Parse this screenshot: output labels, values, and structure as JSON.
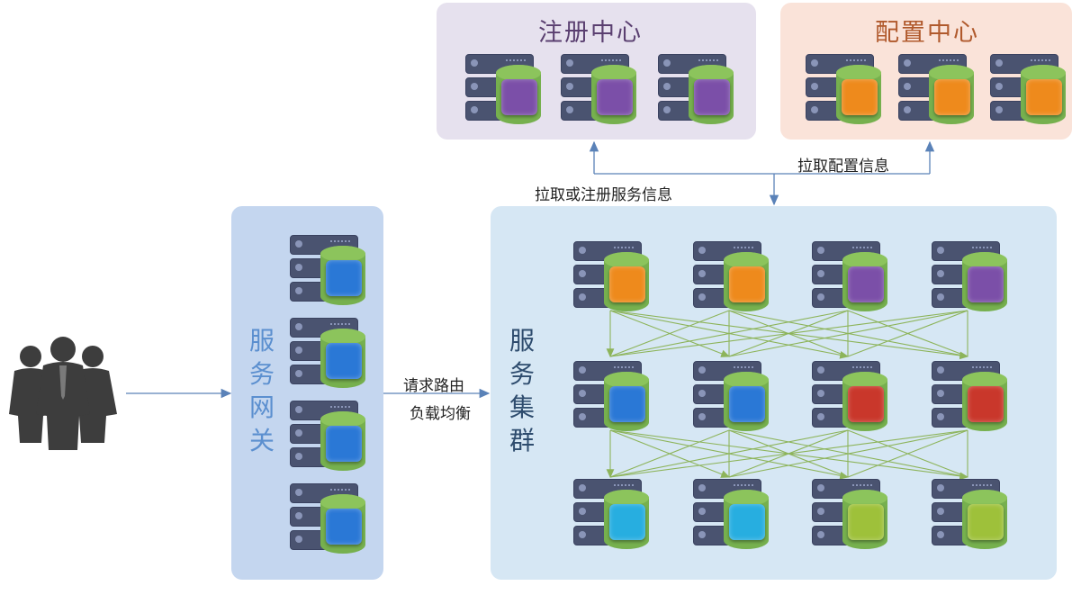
{
  "panels": {
    "registry": {
      "title": "注册中心"
    },
    "config": {
      "title": "配置中心"
    },
    "gateway": {
      "title": "服务网关"
    },
    "cluster": {
      "title": "服务集群"
    }
  },
  "labels": {
    "pull_config": "拉取配置信息",
    "pull_or_register": "拉取或注册服务信息",
    "route": "请求路由",
    "load_balance": "负载均衡"
  },
  "colors": {
    "purple": "#7b4fa8",
    "orange": "#ee8a1c",
    "blue": "#2a78d6",
    "red": "#c9372b",
    "cyan": "#27aee0",
    "lime": "#9ec13a",
    "link_green": "#8db45a",
    "arrow_blue": "#5a82b8"
  },
  "icons": [
    "user-group-icon",
    "server-icon",
    "arrow-icon"
  ],
  "nodes": {
    "registry": [
      "purple",
      "purple",
      "purple"
    ],
    "config": [
      "orange",
      "orange",
      "orange"
    ],
    "gateway": [
      "blue",
      "blue",
      "blue",
      "blue"
    ],
    "cluster": [
      [
        "orange",
        "orange",
        "purple",
        "purple"
      ],
      [
        "blue",
        "blue",
        "red",
        "red"
      ],
      [
        "cyan",
        "cyan",
        "lime",
        "lime"
      ]
    ]
  }
}
